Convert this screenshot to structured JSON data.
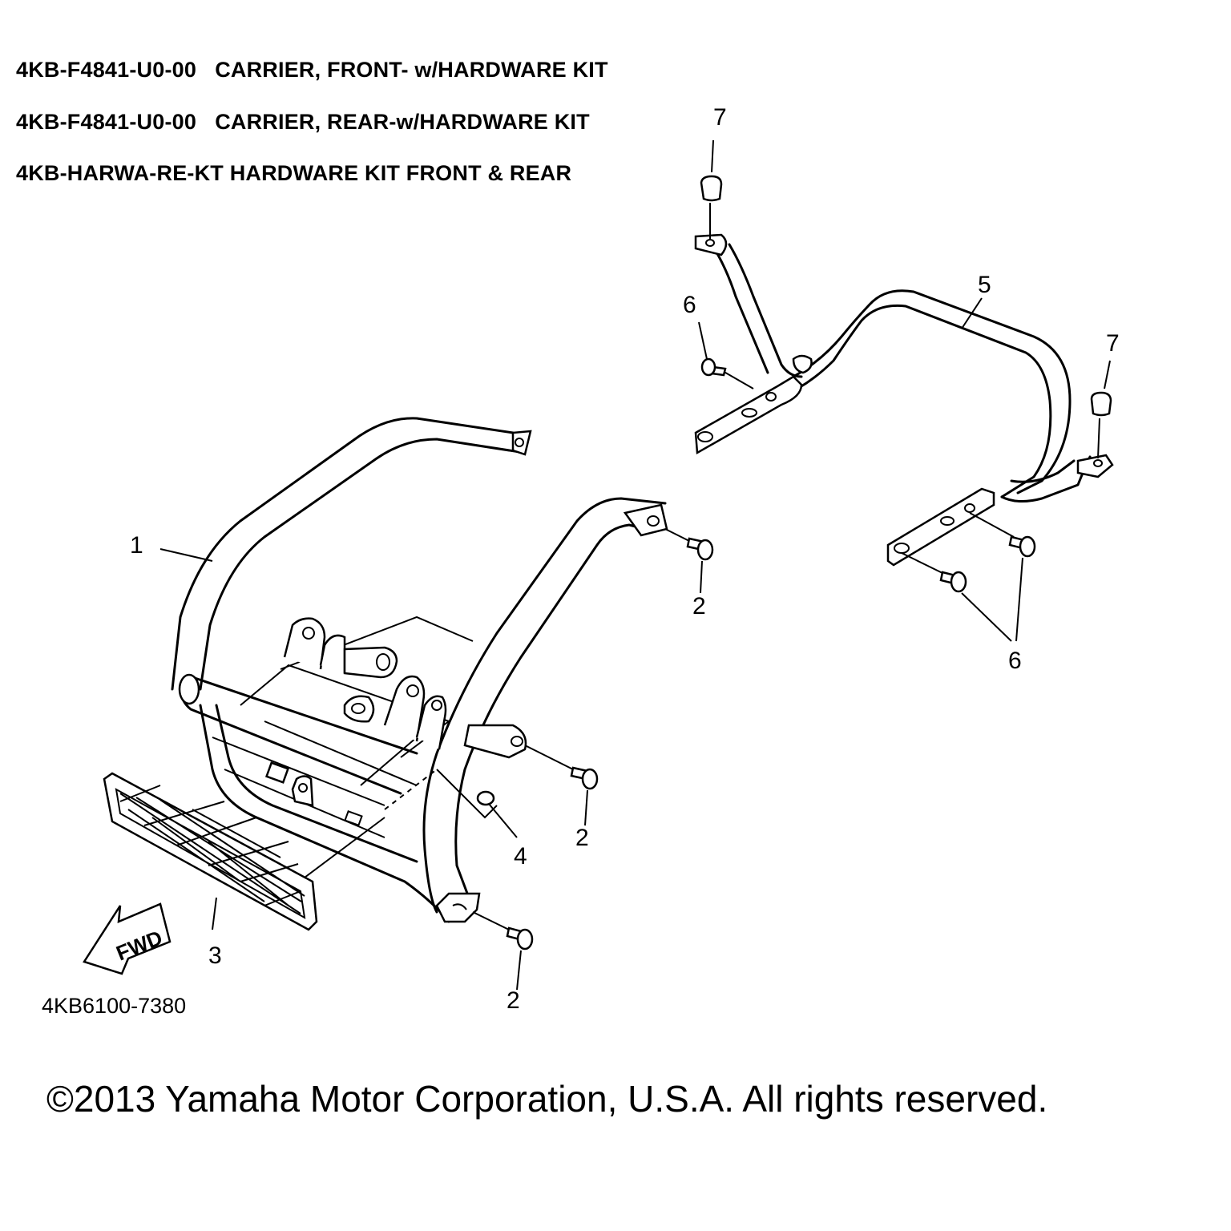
{
  "kit_list": [
    {
      "part_number": "4KB-F4841-U0-00",
      "description": "CARRIER, FRONT- w/HARDWARE KIT",
      "separator": "   "
    },
    {
      "part_number": "4KB-F4841-U0-00",
      "description": "CARRIER, REAR-w/HARDWARE KIT",
      "separator": "   "
    },
    {
      "part_number": "4KB-HARWA-RE-KT",
      "description": "HARDWARE KIT FRONT & REAR",
      "separator": " "
    }
  ],
  "callouts": {
    "c1": "1",
    "c2a": "2",
    "c2b": "2",
    "c2c": "2",
    "c3": "3",
    "c4": "4",
    "c5": "5",
    "c6a": "6",
    "c6b": "6",
    "c7a": "7",
    "c7b": "7"
  },
  "fwd_label": "FWD",
  "diagram_ref": "4KB6100-7380",
  "copyright": "©2013 Yamaha Motor Corporation, U.S.A. All rights reserved."
}
